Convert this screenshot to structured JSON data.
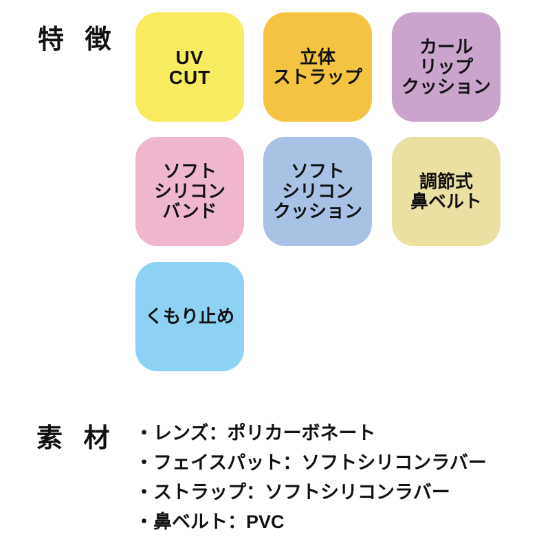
{
  "features": {
    "heading": "特 徴",
    "tiles": [
      {
        "name": "uv-cut",
        "color": "#F8EB5F",
        "lines": [
          "UV",
          "CUT"
        ]
      },
      {
        "name": "3d-strap",
        "color": "#F5C342",
        "lines": [
          "立体",
          "ストラップ"
        ]
      },
      {
        "name": "curl-lip-cushion",
        "color": "#C9A4CB",
        "lines": [
          "カール",
          "リップ",
          "クッション"
        ]
      },
      {
        "name": "soft-silicone-band",
        "color": "#F0B6CE",
        "lines": [
          "ソフト",
          "シリコン",
          "バンド"
        ]
      },
      {
        "name": "soft-silicone-cushion",
        "color": "#A9C1E4",
        "lines": [
          "ソフト",
          "シリコン",
          "クッション"
        ]
      },
      {
        "name": "adjustable-nose-belt",
        "color": "#E9E0A2",
        "lines": [
          "調節式",
          "鼻ベルト"
        ]
      },
      {
        "name": "anti-fog",
        "color": "#8DD2F5",
        "lines": [
          "くもり止め"
        ]
      }
    ]
  },
  "materials": {
    "heading": "素 材",
    "items": [
      "・レンズ：ポリカーボネート",
      "・フェイスパット：ソフトシリコンラバー",
      "・ストラップ：ソフトシリコンラバー",
      "・鼻ベルト：PVC"
    ]
  },
  "colors": {
    "background": "#FFFFFF",
    "text": "#111111"
  }
}
